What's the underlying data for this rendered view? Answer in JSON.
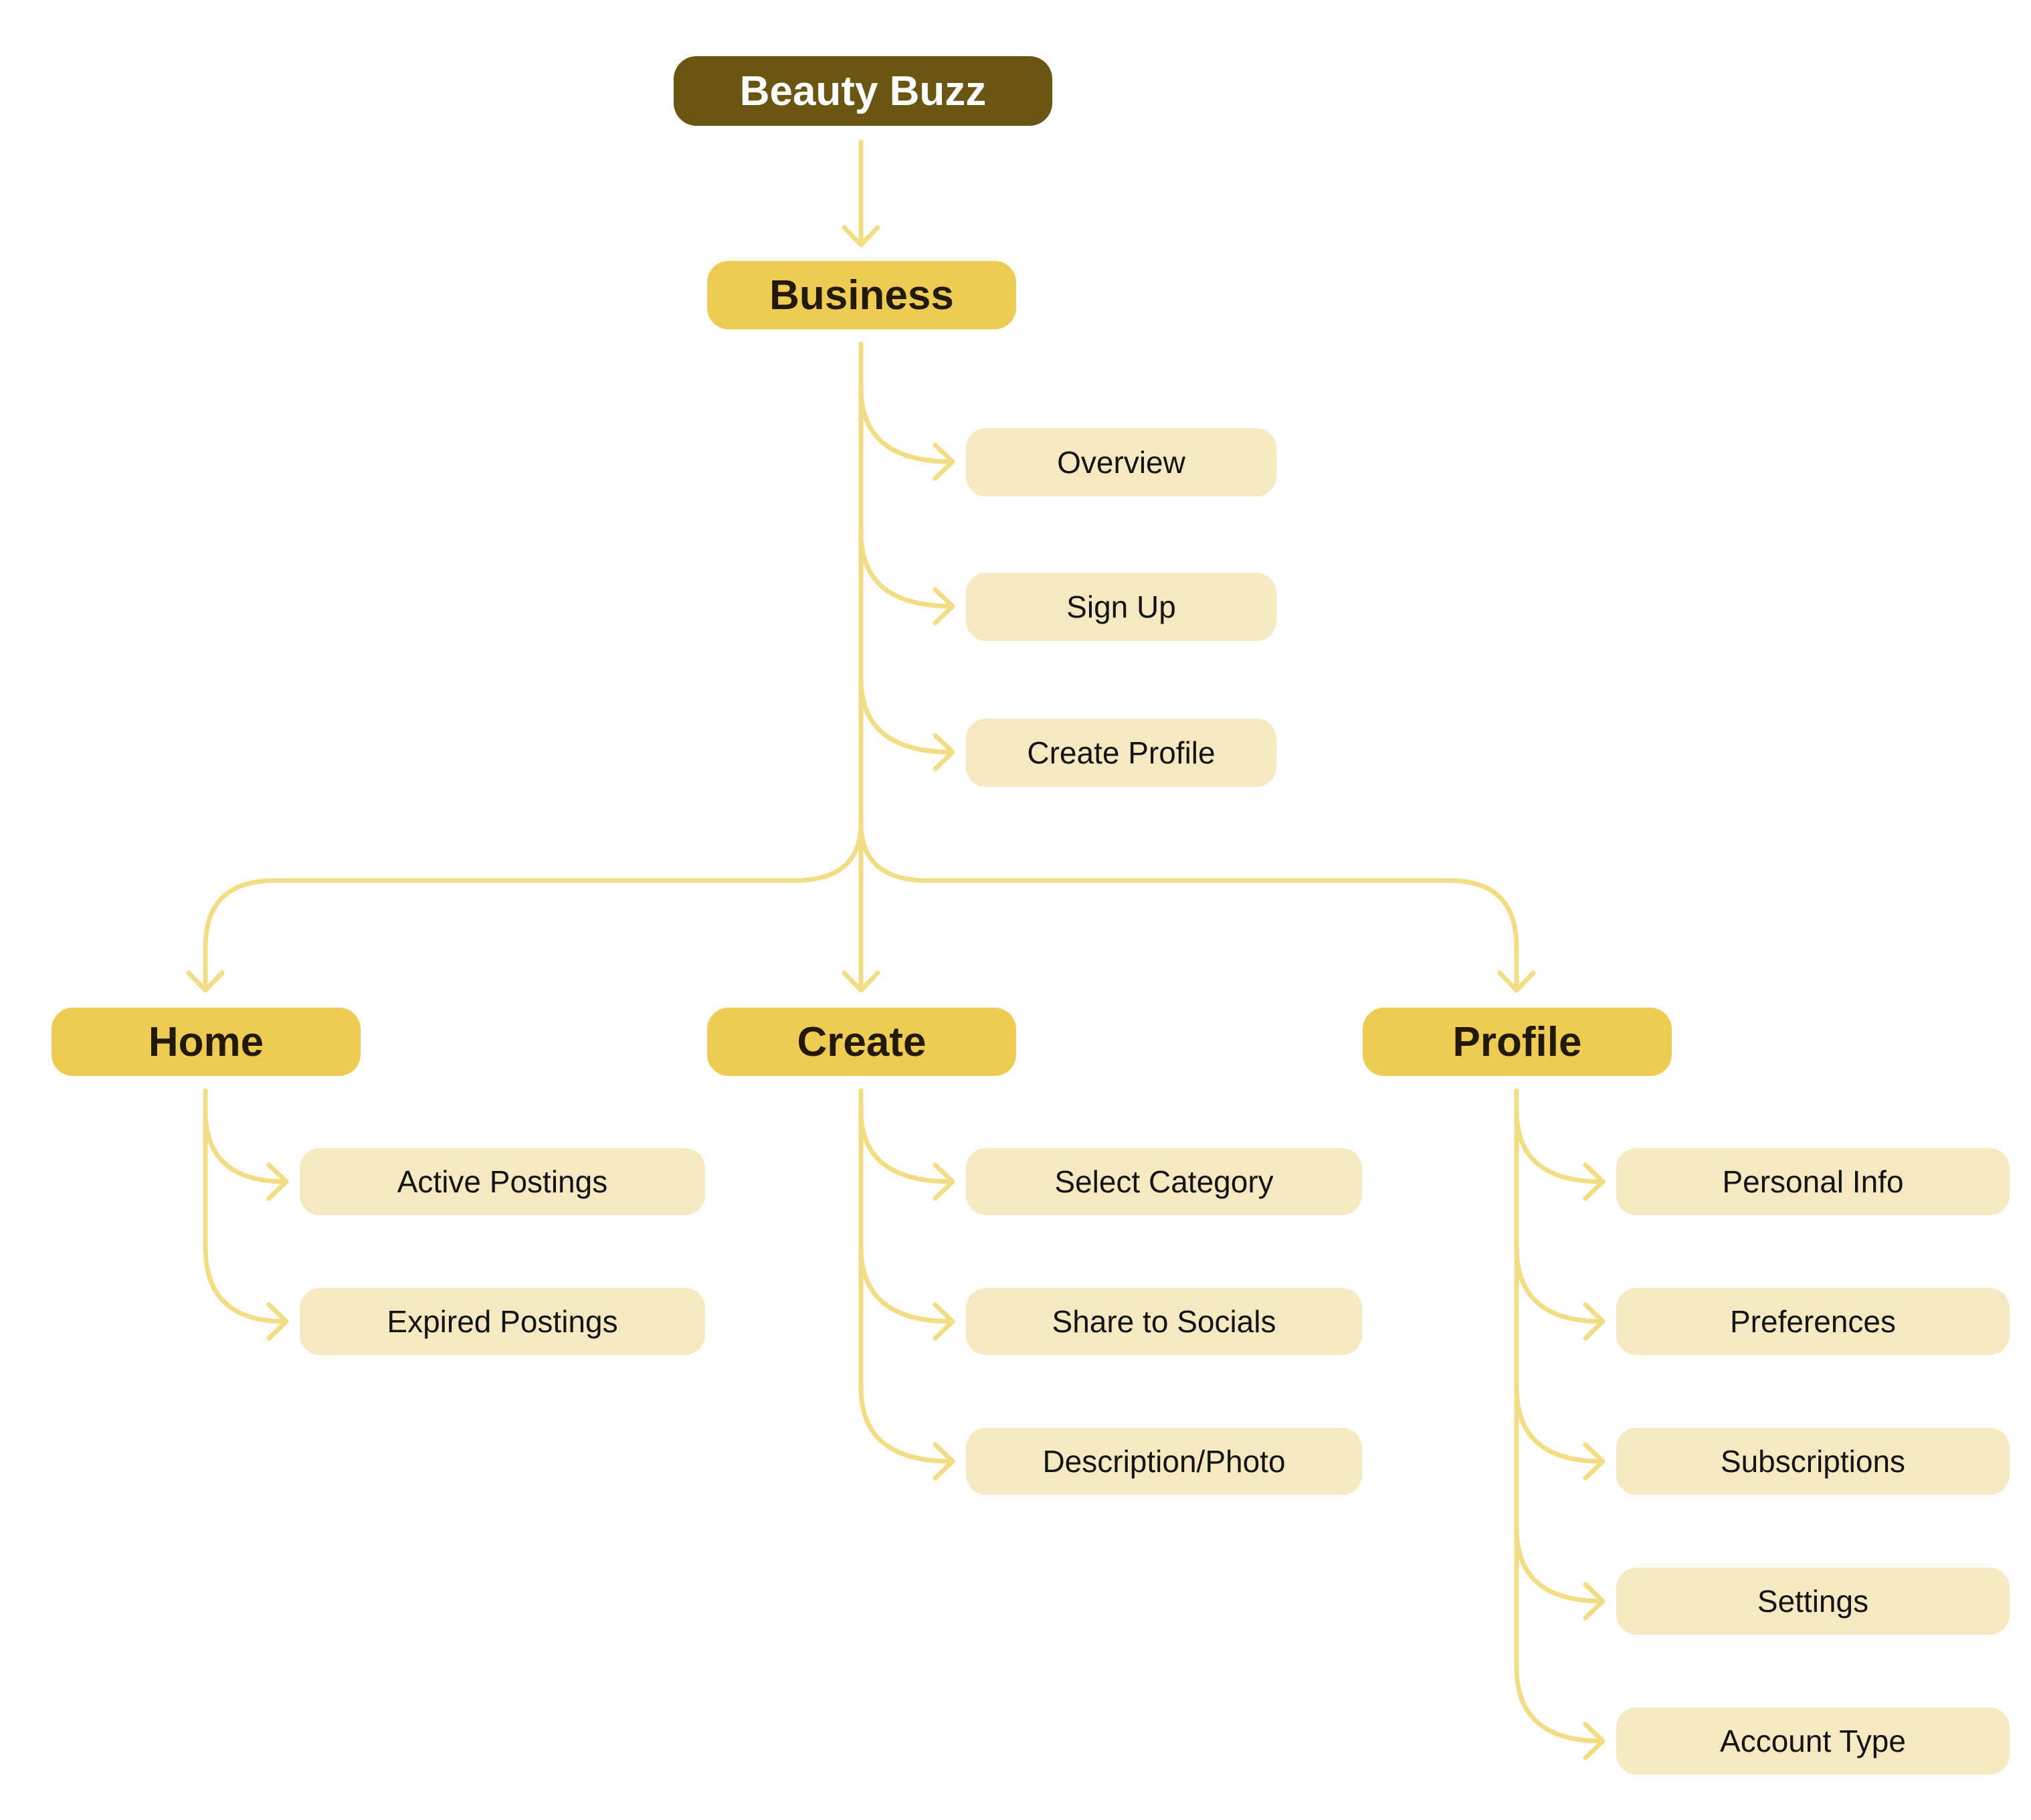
{
  "colors": {
    "root_bg": "#6a5612",
    "root_text": "#ffffff",
    "section_bg": "#eecb52",
    "section_text": "#231a06",
    "leaf_bg": "#f6e9c2",
    "leaf_text": "#141414",
    "connector": "#f3dd84"
  },
  "root": {
    "label": "Beauty Buzz"
  },
  "business": {
    "label": "Business",
    "items": [
      {
        "label": "Overview"
      },
      {
        "label": "Sign Up"
      },
      {
        "label": "Create Profile"
      }
    ]
  },
  "home": {
    "label": "Home",
    "items": [
      {
        "label": "Active Postings"
      },
      {
        "label": "Expired Postings"
      }
    ]
  },
  "create": {
    "label": "Create",
    "items": [
      {
        "label": "Select Category"
      },
      {
        "label": "Share to Socials"
      },
      {
        "label": "Description/Photo"
      }
    ]
  },
  "profile": {
    "label": "Profile",
    "items": [
      {
        "label": "Personal Info"
      },
      {
        "label": "Preferences"
      },
      {
        "label": "Subscriptions"
      },
      {
        "label": "Settings"
      },
      {
        "label": "Account Type"
      }
    ]
  }
}
